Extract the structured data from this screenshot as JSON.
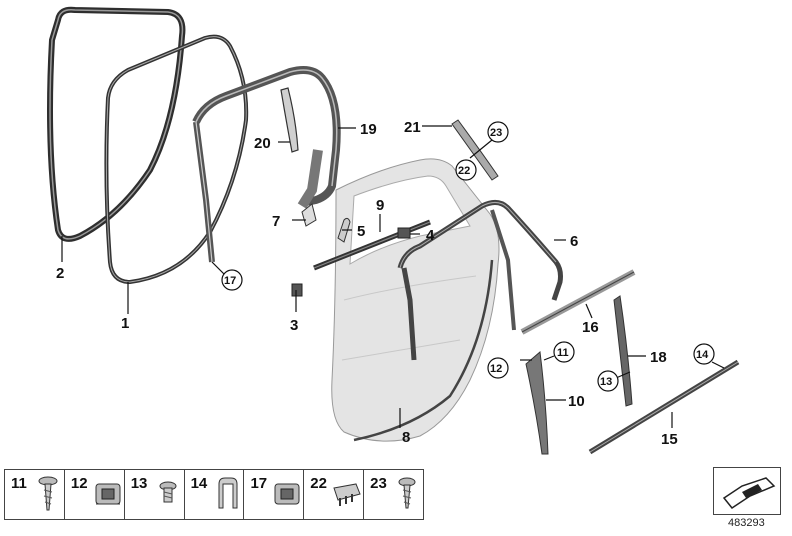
{
  "callouts": {
    "c1": "1",
    "c2": "2",
    "c3": "3",
    "c4": "4",
    "c5": "5",
    "c6": "6",
    "c7": "7",
    "c8": "8",
    "c9": "9",
    "c10": "10",
    "c11": "11",
    "c12": "12",
    "c13": "13",
    "c14": "14",
    "c15": "15",
    "c16": "16",
    "c17": "17",
    "c18": "18",
    "c19": "19",
    "c20": "20",
    "c21": "21",
    "c22": "22",
    "c23": "23"
  },
  "legend": [
    {
      "number": "11",
      "icon": "screw-icon"
    },
    {
      "number": "12",
      "icon": "clip-nut-icon"
    },
    {
      "number": "13",
      "icon": "short-screw-icon"
    },
    {
      "number": "14",
      "icon": "edge-clip-icon"
    },
    {
      "number": "17",
      "icon": "clip-nut-icon"
    },
    {
      "number": "22",
      "icon": "retainer-clip-icon"
    },
    {
      "number": "23",
      "icon": "screw-icon"
    }
  ],
  "doc_id": "483293",
  "colors": {
    "seal": "#3a3a3a",
    "trim": "#6a6a6a",
    "door_fill": "#e4e4e4",
    "line": "#111111"
  }
}
